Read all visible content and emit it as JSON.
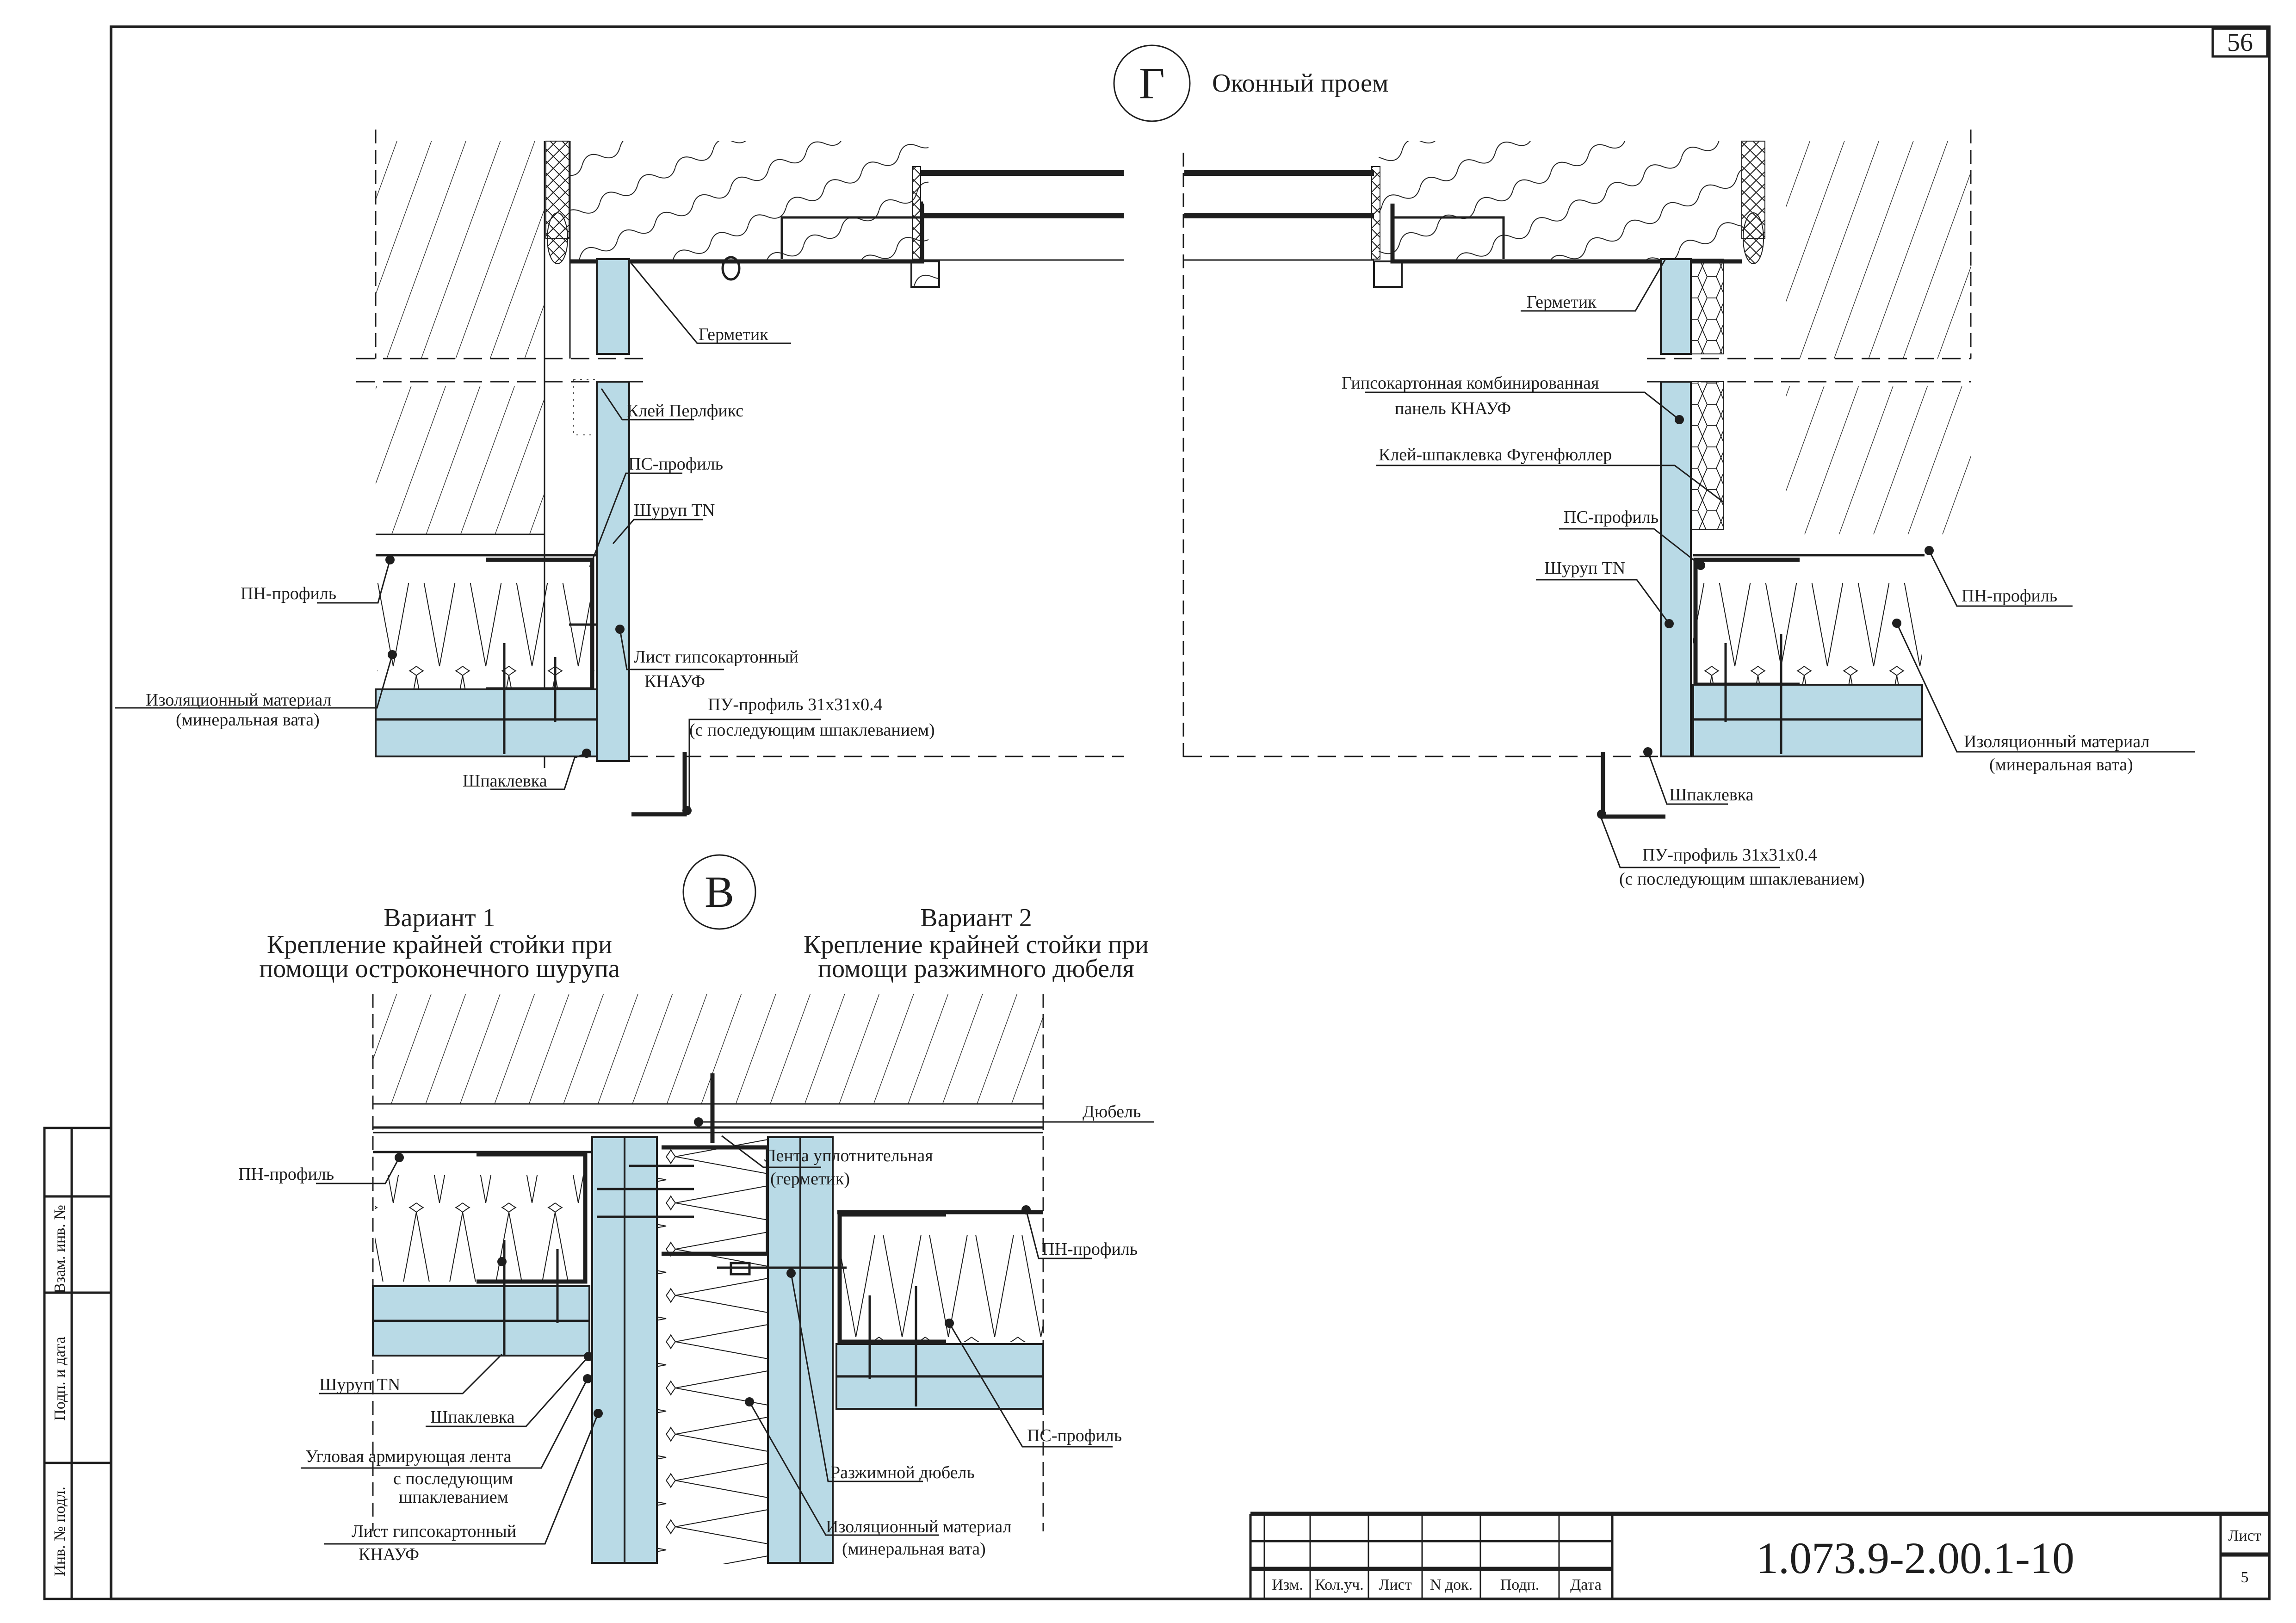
{
  "sheet": {
    "corner_number": "56",
    "doc_code": "1.073.9-2.00.1-10",
    "sheet_label": "Лист",
    "sheet_number": "5"
  },
  "side_stamp": {
    "cells": [
      "Взам. инв. №",
      "Подп. и дата",
      "Инв. № подл."
    ]
  },
  "title_block": {
    "columns": [
      "Изм.",
      "Кол.уч.",
      "Лист",
      "N док.",
      "Подп.",
      "Дата"
    ]
  },
  "section_g": {
    "marker": "Г",
    "title": "Оконный проем",
    "left_labels": {
      "hermetic": "Герметик",
      "perlfix": "Клей Перлфикс",
      "ps_profile": "ПС-профиль",
      "screw_tn": "Шуруп TN",
      "gkl_line1": "Лист гипсокартонный",
      "gkl_line2": "КНАУФ",
      "pu_line1": "ПУ-профиль 31x31x0.4",
      "pu_line2": "(с последующим шпаклеванием)",
      "pn_profile": "ПН-профиль",
      "insulation_line1": "Изоляционный материал",
      "insulation_line2": "(минеральная вата)",
      "putty": "Шпаклевка"
    },
    "right_labels": {
      "hermetic": "Герметик",
      "combo_line1": "Гипсокартонная комбинированная",
      "combo_line2": "панель  КНАУФ",
      "fugen": "Клей-шпаклевка Фугенфюллер",
      "ps_profile": "ПС-профиль",
      "screw_tn": "Шуруп TN",
      "pn_profile": "ПН-профиль",
      "insulation_line1": "Изоляционный материал",
      "insulation_line2": "(минеральная вата)",
      "putty": "Шпаклевка",
      "pu_line1": "ПУ-профиль 31x31x0.4",
      "pu_line2": "(с последующим шпаклеванием)"
    }
  },
  "section_v": {
    "marker": "В",
    "variant1": {
      "title": "Вариант 1",
      "subtitle_line1": "Крепление крайней стойки при",
      "subtitle_line2": "помощи остроконечного шурупа"
    },
    "variant2": {
      "title": "Вариант 2",
      "subtitle_line1": "Крепление крайней стойки при",
      "subtitle_line2": "помощи разжимного дюбеля"
    },
    "labels": {
      "dowel": "Дюбель",
      "tape_line1": "Лента уплотнительная",
      "tape_line2": "(герметик)",
      "pn_profile_left": "ПН-профиль",
      "pn_profile_right": "ПН-профиль",
      "screw_tn": "Шуруп TN",
      "putty": "Шпаклевка",
      "corner_tape_line1": "Угловая армирующая лента",
      "corner_tape_line2": "с последующим",
      "corner_tape_line3": "шпаклеванием",
      "gkl_line1": "Лист гипсокартонный",
      "gkl_line2": "КНАУФ",
      "ps_profile": "ПС-профиль",
      "expansion_dowel": "Разжимной дюбель",
      "insulation_line1": "Изоляционный материал",
      "insulation_line2": "(минеральная вата)"
    }
  },
  "colors": {
    "board": "#b9dae6",
    "ink": "#1e1e1e"
  }
}
